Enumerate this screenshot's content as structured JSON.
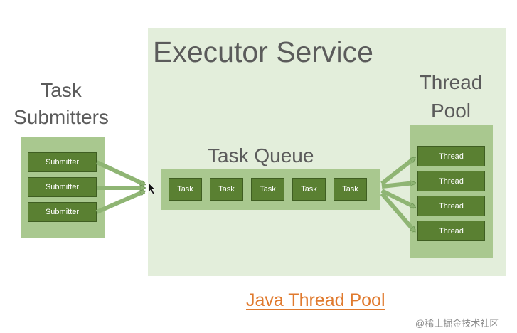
{
  "executor": {
    "title": "Executor Service"
  },
  "submitters": {
    "label": "Task Submitters",
    "items": [
      "Submitter",
      "Submitter",
      "Submitter"
    ]
  },
  "queue": {
    "label": "Task Queue",
    "items": [
      "Task",
      "Task",
      "Task",
      "Task",
      "Task"
    ]
  },
  "pool": {
    "label": "Thread Pool",
    "items": [
      "Thread",
      "Thread",
      "Thread",
      "Thread"
    ]
  },
  "caption": "Java Thread Pool",
  "watermark": "@稀土掘金技术社区",
  "colors": {
    "panel": "#e3eedb",
    "container": "#a9c88f",
    "item": "#5a8032",
    "caption": "#e07a2e"
  }
}
